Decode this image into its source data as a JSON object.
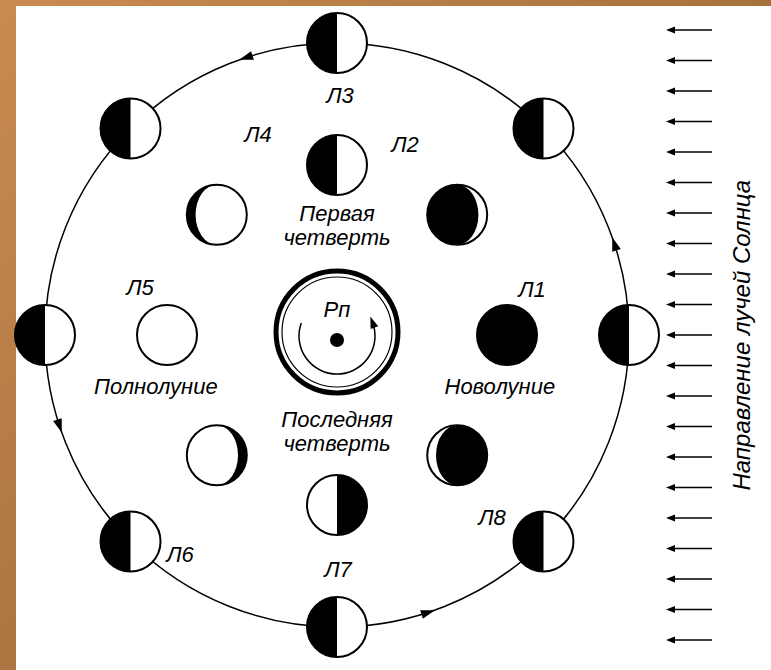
{
  "diagram": {
    "nodes": [
      {
        "text": [
          "Рп"
        ]
      }
    ],
    "labels": [
      "Л3",
      "Л4",
      "Л2",
      "Первая четверть",
      "Л5",
      "Л1",
      "Полнолуние",
      "Новолуние",
      "Последняя четверть",
      "Л6",
      "Л8",
      "Л7",
      "Направление лучей Солнца"
    ]
  }
}
